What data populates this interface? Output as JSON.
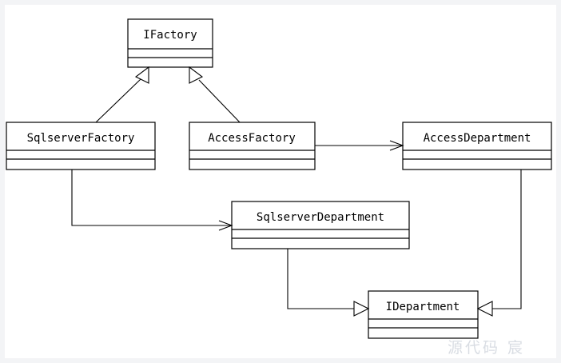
{
  "diagram": {
    "classes": {
      "ifactory": "IFactory",
      "sqlserver_factory": "SqlserverFactory",
      "access_factory": "AccessFactory",
      "access_department": "AccessDepartment",
      "sqlserver_department": "SqlserverDepartment",
      "idepartment": "IDepartment"
    }
  },
  "watermark": "源代码  宸"
}
